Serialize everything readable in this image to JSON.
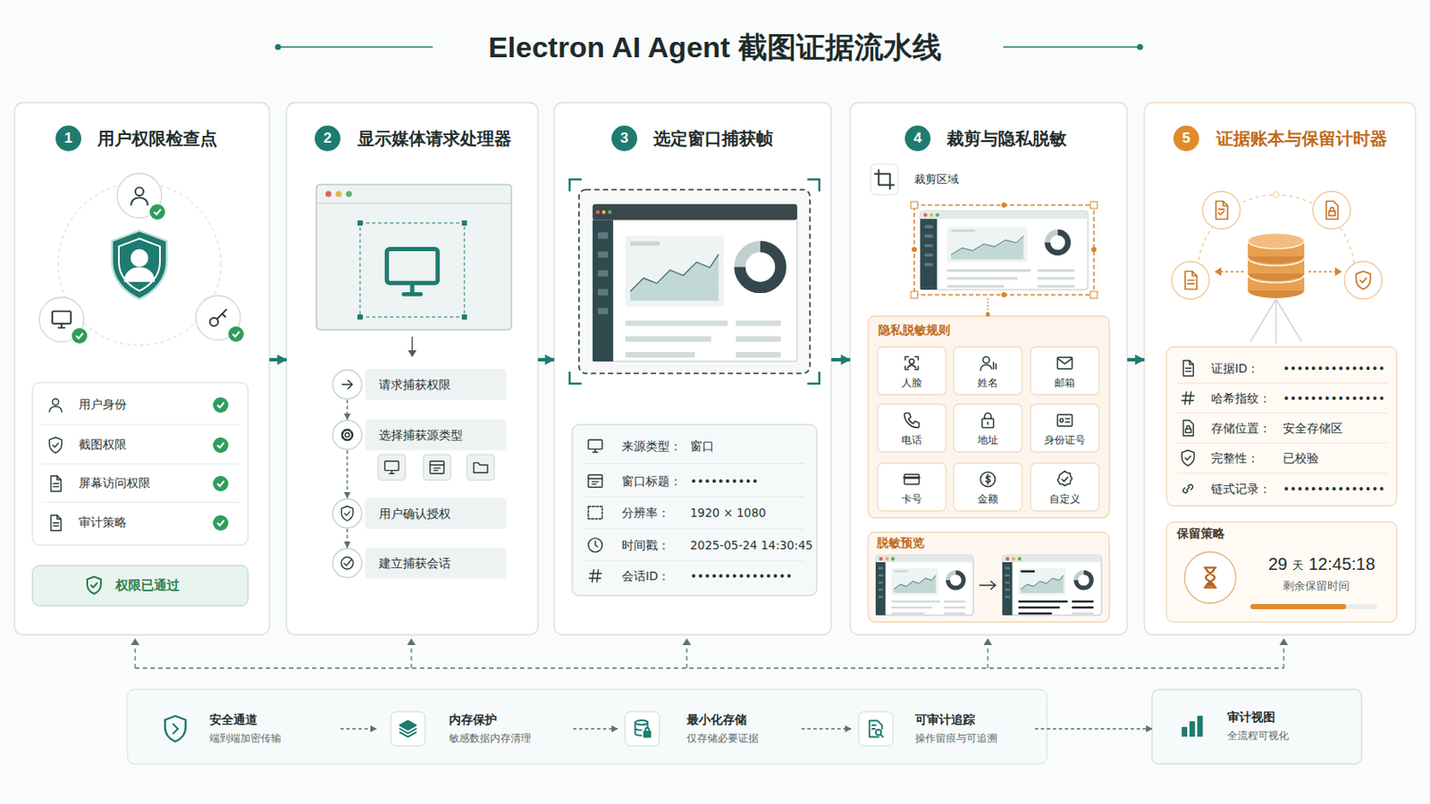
{
  "diagram": {
    "title": "Electron AI Agent 截图证据流水线",
    "nodes": [
      {
        "text": [
          "1",
          "用户权限检查点"
        ]
      },
      {
        "text": [
          "用户身份"
        ],
        "in": 0
      },
      {
        "text": [
          "截图权限"
        ],
        "in": 0
      },
      {
        "text": [
          "屏幕访问权限"
        ],
        "in": 0
      },
      {
        "text": [
          "审计策略"
        ],
        "in": 0
      },
      {
        "text": [
          "权限已通过"
        ],
        "in": 0
      },
      {
        "text": [
          "2",
          "显示媒体请求处理器"
        ]
      },
      {
        "text": [
          "请求捕获权限"
        ],
        "in": 6
      },
      {
        "text": [
          "选择捕获源类型"
        ],
        "in": 6
      },
      {
        "text": [
          "用户确认授权"
        ],
        "in": 6
      },
      {
        "text": [
          "建立捕获会话"
        ],
        "in": 6
      },
      {
        "text": [
          "3",
          "选定窗口捕获帧"
        ]
      },
      {
        "text": [
          "来源类型：",
          "窗口",
          "窗口标题：",
          "••••••••••",
          "分辨率：",
          "1920 × 1080",
          "时间戳：",
          "2025-05-24 14:30:45",
          "会话ID：",
          "•••••••••••••••"
        ],
        "in": 11
      },
      {
        "text": [
          "4",
          "裁剪与隐私脱敏"
        ]
      },
      {
        "text": [
          "隐私脱敏规则"
        ],
        "in": 13
      },
      {
        "text": [
          "人脸"
        ],
        "in": 14
      },
      {
        "text": [
          "姓名"
        ],
        "in": 14
      },
      {
        "text": [
          "邮箱"
        ],
        "in": 14
      },
      {
        "text": [
          "电话"
        ],
        "in": 14
      },
      {
        "text": [
          "地址"
        ],
        "in": 14
      },
      {
        "text": [
          "身份证号"
        ],
        "in": 14
      },
      {
        "text": [
          "卡号"
        ],
        "in": 14
      },
      {
        "text": [
          "金额"
        ],
        "in": 14
      },
      {
        "text": [
          "自定义"
        ],
        "in": 14
      },
      {
        "text": [
          "脱敏预览"
        ],
        "in": 13
      },
      {
        "text": [
          "5",
          "证据账本与保留计时器"
        ]
      },
      {
        "text": [
          "证据ID：",
          "•••••••••••••••",
          "哈希指纹：",
          "•••••••••••••••",
          "存储位置：",
          "安全存储区",
          "完整性：",
          "已校验",
          "链式记录：",
          "•••••••••••••••"
        ],
        "in": 25
      },
      {
        "text": [
          "保留策略",
          "29",
          "天",
          "12:45:18",
          "剩余保留时间"
        ],
        "in": 25
      },
      {
        "text": [
          "安全通道",
          "端到端加密传输"
        ]
      },
      {
        "text": [
          "内存保护",
          "敏感数据内存清理"
        ]
      },
      {
        "text": [
          "最小化存储",
          "仅存储必要证据"
        ]
      },
      {
        "text": [
          "可审计追踪",
          "操作留痕与可追溯"
        ]
      },
      {
        "text": [
          "审计视图",
          "全流程可视化"
        ]
      }
    ],
    "edges": [
      {
        "from": 0,
        "to": 6,
        "arrow": "to"
      },
      {
        "from": 6,
        "to": 11,
        "arrow": "to"
      },
      {
        "from": 11,
        "to": 13,
        "arrow": "to"
      },
      {
        "from": 13,
        "to": 25,
        "arrow": "to"
      },
      {
        "from": 7,
        "to": 8,
        "arrow": "to"
      },
      {
        "from": 8,
        "to": 9,
        "arrow": "to"
      },
      {
        "from": 9,
        "to": 10,
        "arrow": "to"
      },
      {
        "from": 28,
        "to": 29,
        "arrow": "to"
      },
      {
        "from": 29,
        "to": 30,
        "arrow": "to"
      },
      {
        "from": 30,
        "to": 31,
        "arrow": "to"
      },
      {
        "from": 31,
        "to": 32,
        "arrow": "to"
      }
    ],
    "labels": [
      "裁剪区域"
    ]
  }
}
